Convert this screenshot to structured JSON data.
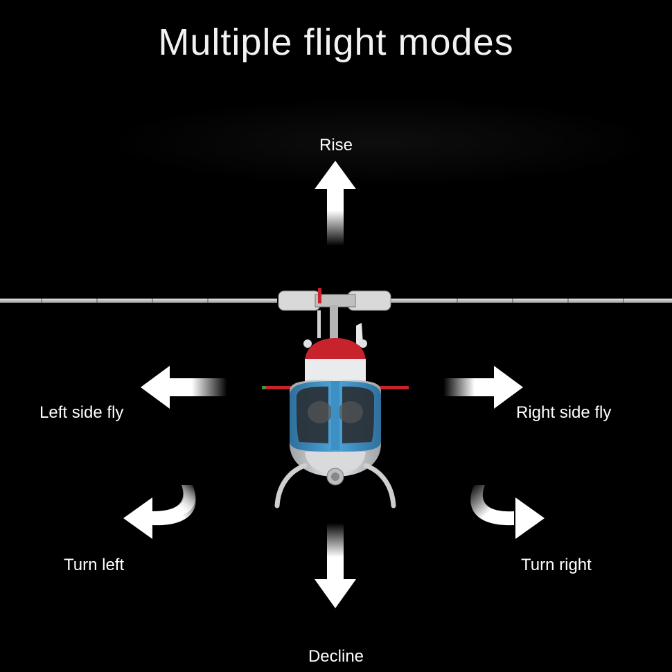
{
  "title": "Multiple flight modes",
  "modes": {
    "rise": "Rise",
    "decline": "Decline",
    "left_side_fly": "Left side fly",
    "right_side_fly": "Right side fly",
    "turn_left": "Turn left",
    "turn_right": "Turn right"
  },
  "colors": {
    "background": "#000000",
    "arrow": "#ffffff",
    "canopy_blue": "#3d8fc4",
    "nose_red": "#c8232c"
  },
  "icons": [
    "up-arrow-icon",
    "down-arrow-icon",
    "left-arrow-icon",
    "right-arrow-icon",
    "turn-left-arrow-icon",
    "turn-right-arrow-icon",
    "helicopter-image"
  ]
}
